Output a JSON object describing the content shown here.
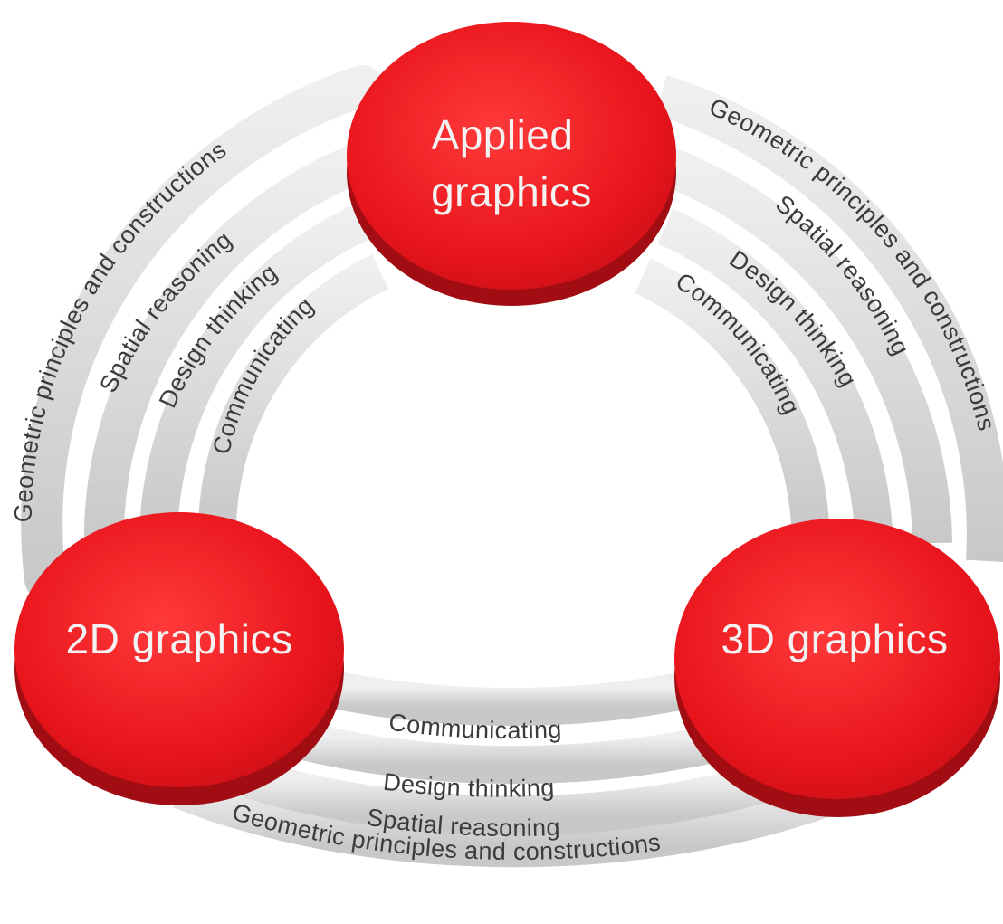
{
  "nodes": {
    "applied": {
      "line1": "Applied",
      "line2": "graphics"
    },
    "twod": {
      "label": "2D graphics"
    },
    "threed": {
      "label": "3D graphics"
    }
  },
  "rings": {
    "left": [
      "Geometric principles and constructions",
      "Spatial reasoning",
      "Design thinking",
      "Communicating"
    ],
    "right": [
      "Geometric principles and constructions",
      "Spatial reasoning",
      "Design thinking",
      "Communicating"
    ],
    "bottom": [
      "Geometric principles and constructions",
      "Spatial reasoning",
      "Design thinking",
      "Communicating"
    ]
  },
  "colors": {
    "node_fill": "#e8141b",
    "node_side": "#a10d12",
    "band_fill": "#d7d7d7",
    "band_edge": "#a9a9a9",
    "text_dark": "#3b3b3b",
    "text_light": "#f3f3f3"
  }
}
